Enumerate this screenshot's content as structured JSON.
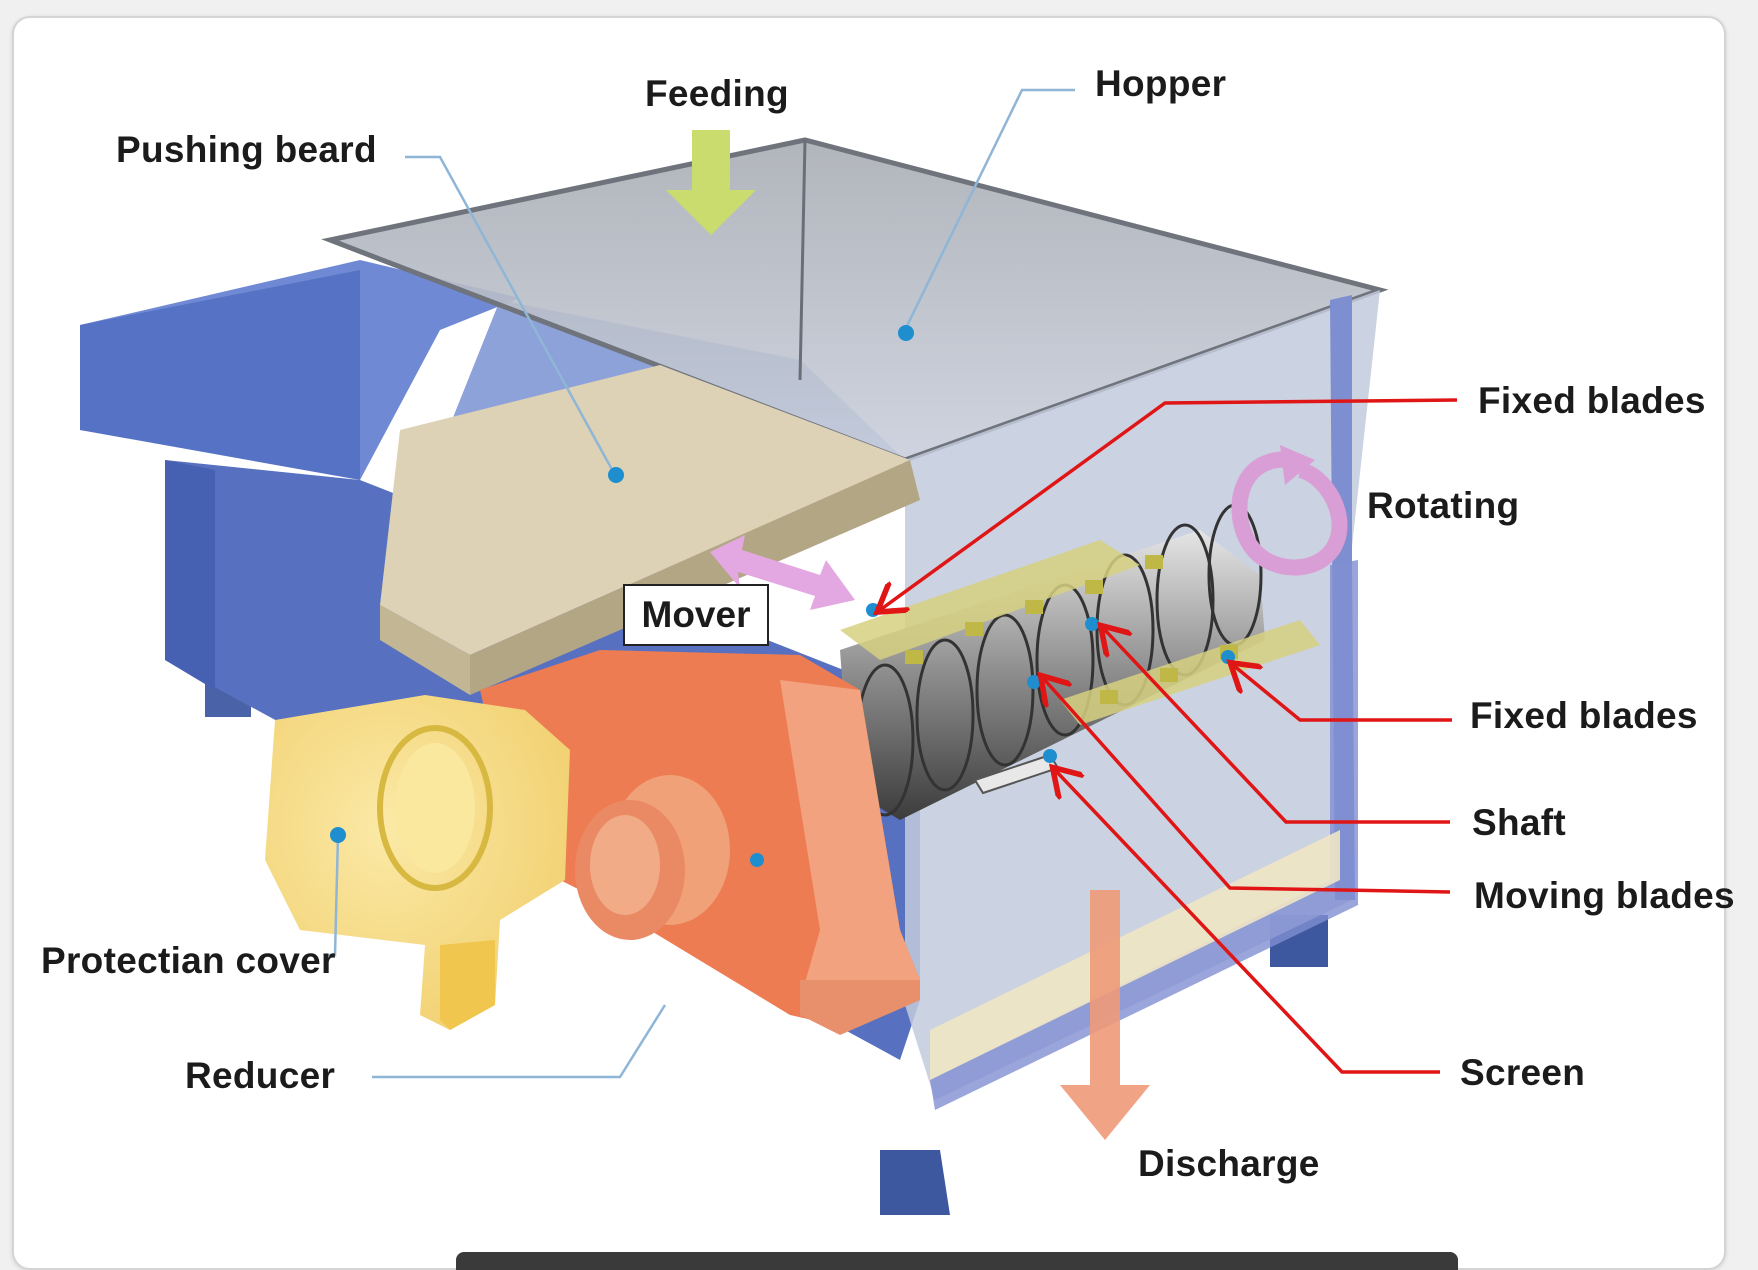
{
  "labels": {
    "feeding": "Feeding",
    "hopper": "Hopper",
    "pushing_beard": "Pushing beard",
    "fixed_blades_top": "Fixed blades",
    "rotating": "Rotating",
    "mover": "Mover",
    "fixed_blades_mid": "Fixed blades",
    "shaft": "Shaft",
    "moving_blades": "Moving blades",
    "protectian_cover": "Protectian cover",
    "reducer": "Reducer",
    "screen": "Screen",
    "discharge": "Discharge"
  },
  "colors": {
    "frame_blue": "#5b78c6",
    "hopper_glass": "#b3bdd2",
    "push_plate": "#ddd2b6",
    "gearbox": "#ee7c52",
    "cover": "#f7dc82",
    "leader_red": "#e01515",
    "leader_blue": "#8fb6d6",
    "feed_arrow": "#cbdc6e",
    "discharge_arrow": "#ee9a78",
    "mover_arrow": "#e3a8e2"
  }
}
